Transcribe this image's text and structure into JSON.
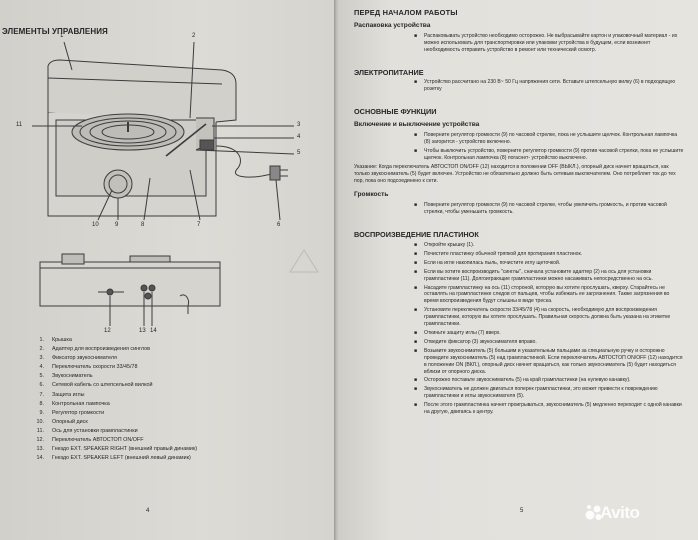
{
  "left_page": {
    "title": "ЭЛЕМЕНТЫ УПРАВЛЕНИЯ",
    "callouts_top": [
      "1",
      "2",
      "11",
      "3",
      "4",
      "5",
      "10",
      "9",
      "8",
      "7",
      "6"
    ],
    "callouts_bottom": [
      "12",
      "13",
      "14"
    ],
    "legend": [
      {
        "num": "1.",
        "text": "Крышка"
      },
      {
        "num": "2.",
        "text": "Адаптер для воспроизведения синглов"
      },
      {
        "num": "3.",
        "text": "Фиксатор звукоснимателя"
      },
      {
        "num": "4.",
        "text": "Переключатель скорости 33/45/78"
      },
      {
        "num": "5.",
        "text": "Звукосниматель"
      },
      {
        "num": "6.",
        "text": "Сетевой кабель со штепсельной вилкой"
      },
      {
        "num": "7.",
        "text": "Защита иглы"
      },
      {
        "num": "8.",
        "text": "Контрольная лампочка"
      },
      {
        "num": "9.",
        "text": "Регулятор громкости"
      },
      {
        "num": "10.",
        "text": "Опорный диск"
      },
      {
        "num": "11.",
        "text": "Ось для установки грампластинки"
      },
      {
        "num": "12.",
        "text": "Переключатель АВТОСТОП ON/OFF"
      },
      {
        "num": "13.",
        "text": "Гнездо EXT. SPEAKER RIGHT (внешний правый динамик)"
      },
      {
        "num": "14.",
        "text": "Гнездо EXT. SPEAKER LEFT (внешний левый динамик)"
      }
    ],
    "page_number": "4"
  },
  "right_page": {
    "title": "ПЕРЕД НАЧАЛОМ РАБОТЫ",
    "sections": [
      {
        "heading": "Распаковка устройства",
        "style": "sub",
        "items": [
          "Распаковывать устройство необходимо осторожно. Не выбрасывайте картон и упаковочный материал - их можно использовать для транспортировки или упаковки устройства в будущем, если возникнет необходимость отправить устройство в ремонт или технический осмотр."
        ]
      },
      {
        "heading": "ЭЛЕКТРОПИТАНИЕ",
        "style": "main",
        "items": [
          "Устройство рассчитано на 230 В~ 50 Гц напряжения сети. Вставьте штепсельную вилку (6) в подходящую розетку"
        ]
      },
      {
        "heading": "ОСНОВНЫЕ ФУНКЦИИ",
        "style": "main",
        "items": []
      },
      {
        "heading": "Включение и выключение устройства",
        "style": "sub",
        "items": [
          "Поверните регулятор громкости (9) по часовой стрелке, пока не услышите щелчок. Контрольная лампочка (8) загорится - устройство включено.",
          "Чтобы выключить устройство, поверните регулятор громкости (9) против часовой стрелки, пока не услышите щелчок. Контрольная лампочка (8) погаснет- устройство выключено."
        ]
      },
      {
        "heading": "Громкость",
        "style": "sub gap",
        "items": [
          "Поверните регулятор громкости (9) по часовой стрелке, чтобы увеличить громкость, и против часовой стрелки, чтобы уменьшить громкость."
        ]
      },
      {
        "heading": "ВОСПРОИЗВЕДЕНИЕ ПЛАСТИНОК",
        "style": "main",
        "items": [
          "Откройте крышку (1).",
          "Почистите пластинку обычной тряпкой для протирания пластинок.",
          "Если на игле накопилась пыль, почистите иглу щеточкой.",
          "Если вы хотите воспроизводить \"синглы\", сначала установите адаптер (2) на ось для установки грампластинки (11). Долгоиграющие грампластинки можно насаживать непосредственно на ось.",
          "Насадите грампластинку на ось (11) стороной, которую вы хотите прослушать, кверху. Старайтесь не оставлять на грампластинке следов от пальцев, чтобы избежать ее загрязнения. Также загрязнения во время воспроизведения будут слышны в виде треска.",
          "Установите переключатель скорости 33/45/78 (4) на скорость, необходимую для воспроизведения грампластинки, которую вы хотите прослушать. Правильная скорость должна быть указана на этикетке грампластинки.",
          "Откиньте защиту иглы (7) вверх.",
          "Отведите фиксатор (3) звукоснимателя вправо.",
          "Возьмите звукосниматель (5) большим и указательным пальцами за специальную ручку и осторожно проведите звукосниматель (5) над грампластинкой. Если переключатель АВТОСТОП ON/OFF (12) находится в положении ON (ВКЛ.), опорный диск начнет вращаться, как только звукосниматель (5) будет находиться вблизи от опорного диска.",
          "Осторожно поставьте звукосниматель (5) на край грампластинки (на нулевую канавку).",
          "Звукосниматель не должен двигаться поперек грампластинки, это может привести к повреждению грампластинки и иглы звукоснимателя (5).",
          "После этого грампластинка начнет проигрываться, звукосниматель (5) медленно переходит с одной канавки на другую, двигаясь к центру."
        ]
      }
    ],
    "note": "Указание: Когда переключатель АВТОСТОП ON/OFF (12) находится в положении OFF (ВЫКЛ.), опорный диск начнет вращаться, как только звукосниматель (5) будет включен. Устройство не обязательно должно быть сетевым выключателем. Оно потребляет ток до тех пор, пока оно подсоединено к сети.",
    "page_number": "5"
  },
  "watermark": "Avito",
  "colors": {
    "text": "#262626",
    "paper": "#e4e2dd",
    "line": "#3c3c3c"
  }
}
